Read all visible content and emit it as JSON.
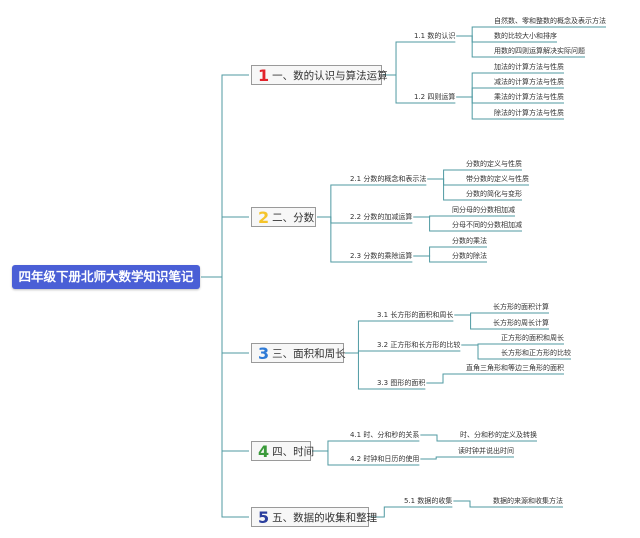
{
  "root": "四年级下册北师大数学知识笔记",
  "colors": {
    "root_bg": "#4a5fd6",
    "line": "#4f9aa2",
    "num1": "#e2232b",
    "num2": "#f5c42a",
    "num3": "#2e7ad6",
    "num4": "#3a9a3a",
    "num5": "#2b3f9e"
  },
  "branches": [
    {
      "num": "1",
      "label": "一、数的认识与算法运算",
      "children": [
        {
          "label": "1.1 数的认识",
          "leaves": [
            "自然数、零和整数的概念及表示方法",
            "数的比较大小和排序",
            "用数的四则运算解决实际问题"
          ]
        },
        {
          "label": "1.2 四则运算",
          "leaves": [
            "加法的计算方法与性质",
            "减法的计算方法与性质",
            "乘法的计算方法与性质",
            "除法的计算方法与性质"
          ]
        }
      ]
    },
    {
      "num": "2",
      "label": "二、分数",
      "children": [
        {
          "label": "2.1 分数的概念和表示法",
          "leaves": [
            "分数的定义与性质",
            "带分数的定义与性质",
            "分数的简化与变形"
          ]
        },
        {
          "label": "2.2 分数的加减运算",
          "leaves": [
            "同分母的分数相加减",
            "分母不同的分数相加减"
          ]
        },
        {
          "label": "2.3 分数的乘除运算",
          "leaves": [
            "分数的乘法",
            "分数的除法"
          ]
        }
      ]
    },
    {
      "num": "3",
      "label": "三、面积和周长",
      "children": [
        {
          "label": "3.1 长方形的面积和周长",
          "leaves": [
            "长方形的面积计算",
            "长方形的周长计算"
          ]
        },
        {
          "label": "3.2 正方形和长方形的比较",
          "leaves": [
            "正方形的面积和周长",
            "长方形和正方形的比较"
          ]
        },
        {
          "label": "3.3 图形的面积",
          "leaves": [
            "直角三角形和等边三角形的面积"
          ]
        }
      ]
    },
    {
      "num": "4",
      "label": "四、时间",
      "children": [
        {
          "label": "4.1 时、分和秒的关系",
          "leaves": [
            "时、分和秒的定义及转换"
          ]
        },
        {
          "label": "4.2 时钟和日历的使用",
          "leaves": [
            "读时钟并说出时间"
          ]
        }
      ]
    },
    {
      "num": "5",
      "label": "五、数据的收集和整理",
      "children": [
        {
          "label": "5.1 数据的收集",
          "leaves": [
            "数据的来源和收集方法"
          ]
        }
      ]
    }
  ]
}
